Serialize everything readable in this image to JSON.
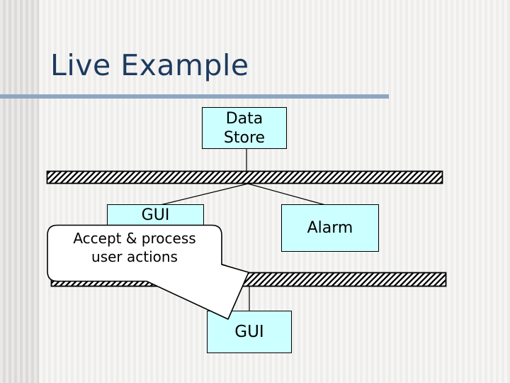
{
  "slide": {
    "title": "Live Example",
    "title_color": "#1d3a5f",
    "rule_color": "#8ea6c2"
  },
  "diagram": {
    "box_fill_color": "#ccffff",
    "box_border_color": "#000000",
    "hatch_style": "black diagonal hatch on white",
    "nodes": {
      "data_store": {
        "label": "Data Store",
        "lines": [
          "Data",
          "Store"
        ]
      },
      "gui_top": {
        "label": "GUI"
      },
      "alarm": {
        "label": "Alarm"
      },
      "gui_bottom": {
        "label": "GUI"
      }
    },
    "callout": {
      "label": "Accept & process user actions",
      "lines": [
        "Accept & process",
        "user actions"
      ]
    }
  }
}
